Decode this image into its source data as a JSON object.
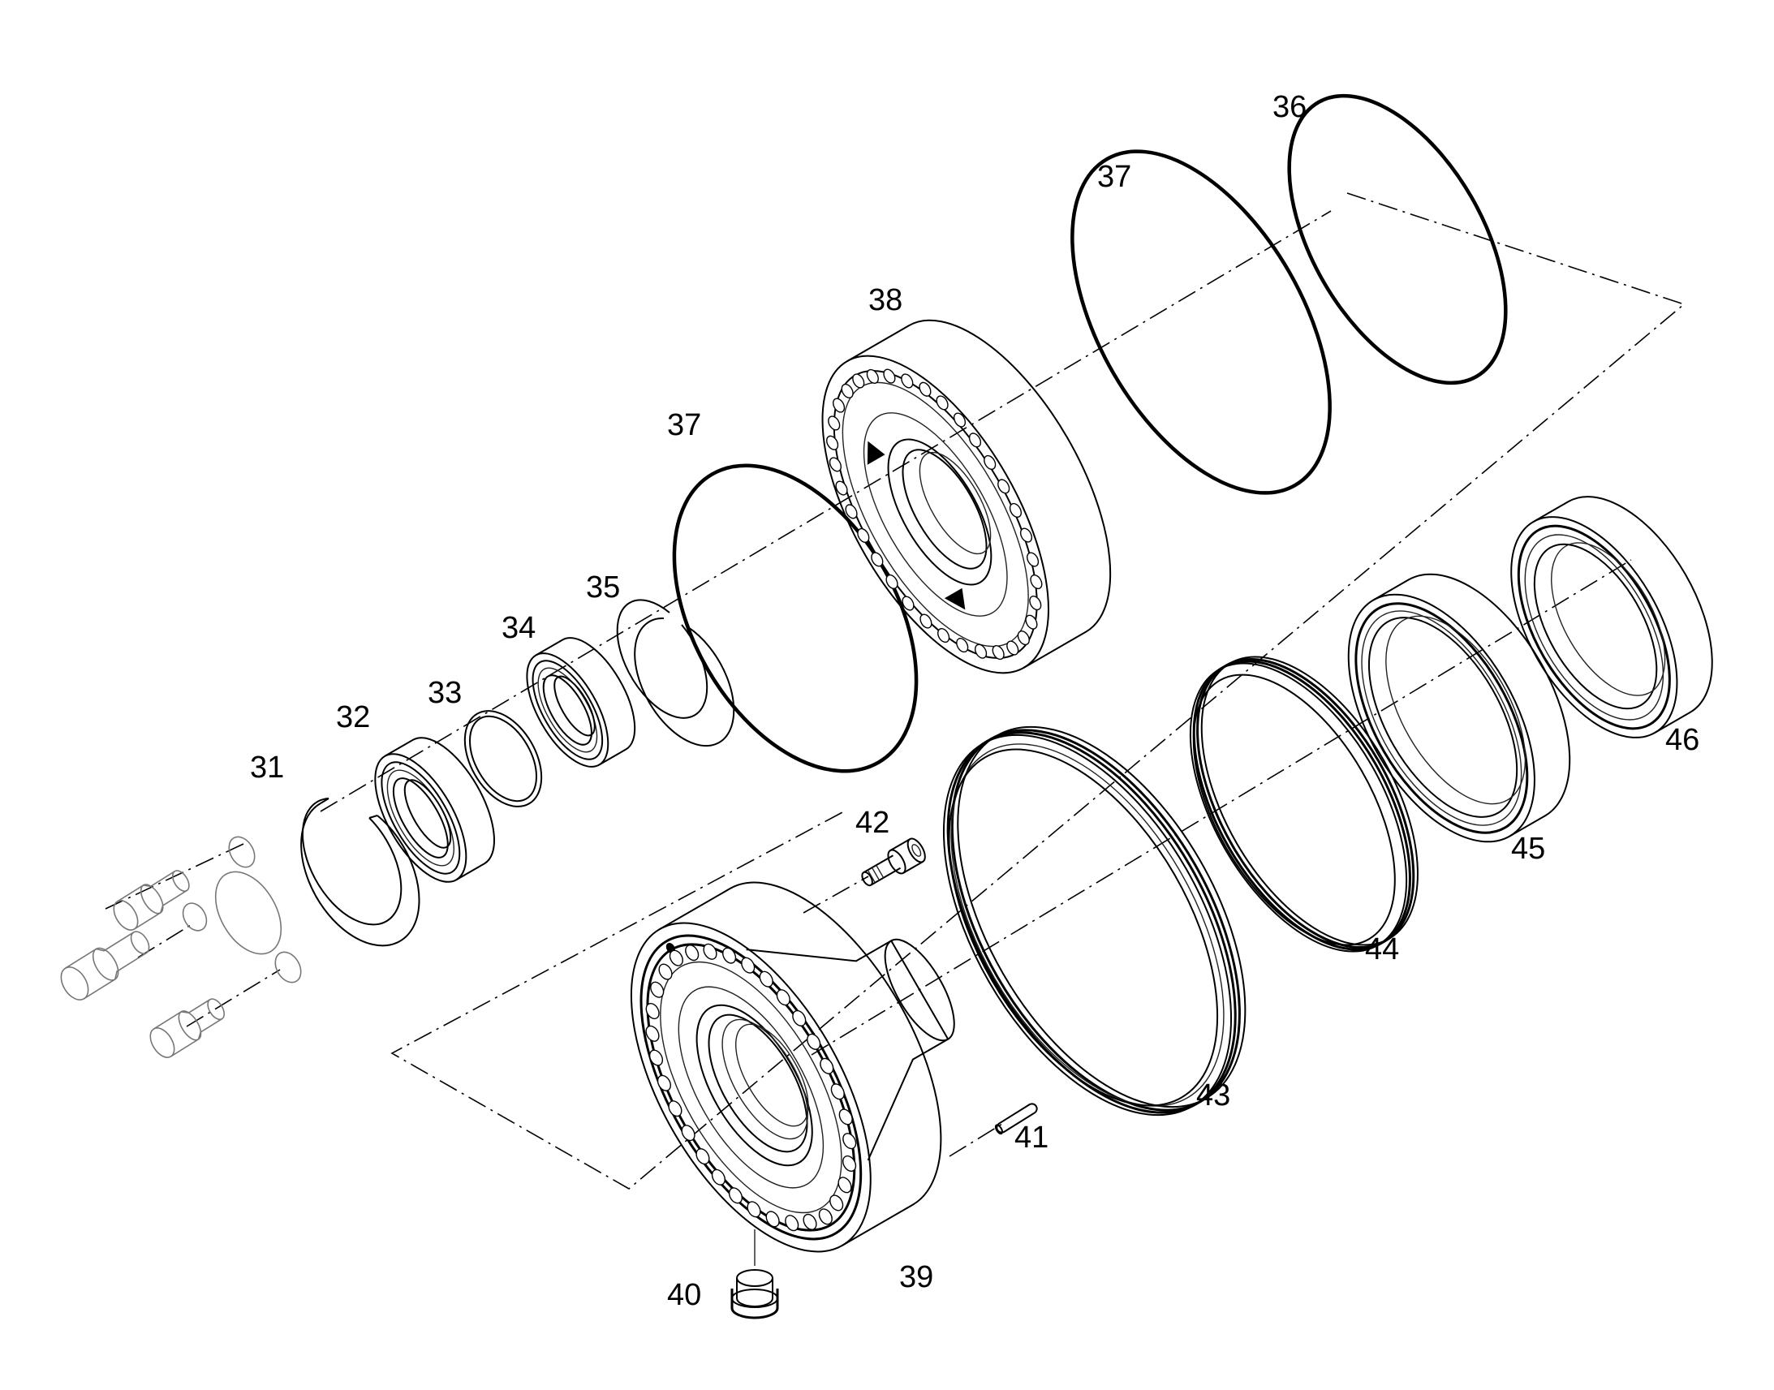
{
  "diagram": {
    "callouts": [
      "31",
      "32",
      "33",
      "34",
      "35",
      "36",
      "37",
      "37",
      "38",
      "39",
      "40",
      "41",
      "42",
      "43",
      "44",
      "45",
      "46"
    ]
  },
  "colors": {
    "line": "#000000",
    "background": "#ffffff",
    "hidden_part": "#777777"
  }
}
